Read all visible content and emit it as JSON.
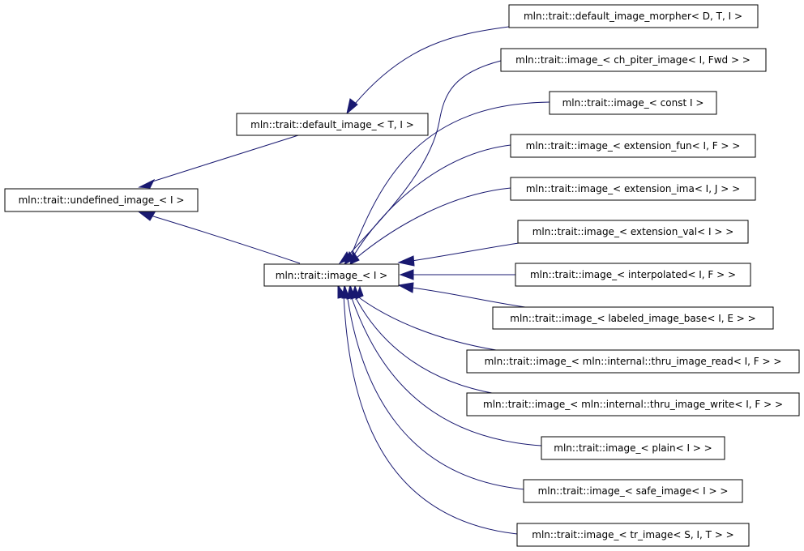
{
  "diagram": {
    "type": "class-inheritance-graph",
    "colors": {
      "edge": "#191970",
      "box_border": "#000000",
      "box_fill": "#ffffff",
      "text": "#000000"
    },
    "nodes": {
      "undefined_image": "mln::trait::undefined_image_< I >",
      "default_image": "mln::trait::default_image_< T, I >",
      "image": "mln::trait::image_< I >",
      "default_image_morpher": "mln::trait::default_image_morpher< D, T, I >",
      "ch_piter_image": "mln::trait::image_< ch_piter_image< I, Fwd > >",
      "const_i": "mln::trait::image_< const I >",
      "extension_fun": "mln::trait::image_< extension_fun< I, F > >",
      "extension_ima": "mln::trait::image_< extension_ima< I, J > >",
      "extension_val": "mln::trait::image_< extension_val< I > >",
      "interpolated": "mln::trait::image_< interpolated< I, F > >",
      "labeled_image_base": "mln::trait::image_< labeled_image_base< I, E > >",
      "thru_image_read": "mln::trait::image_< mln::internal::thru_image_read< I, F > >",
      "thru_image_write": "mln::trait::image_< mln::internal::thru_image_write< I, F > >",
      "plain": "mln::trait::image_< plain< I > >",
      "safe_image": "mln::trait::image_< safe_image< I > >",
      "tr_image": "mln::trait::image_< tr_image< S, I, T > >"
    }
  }
}
